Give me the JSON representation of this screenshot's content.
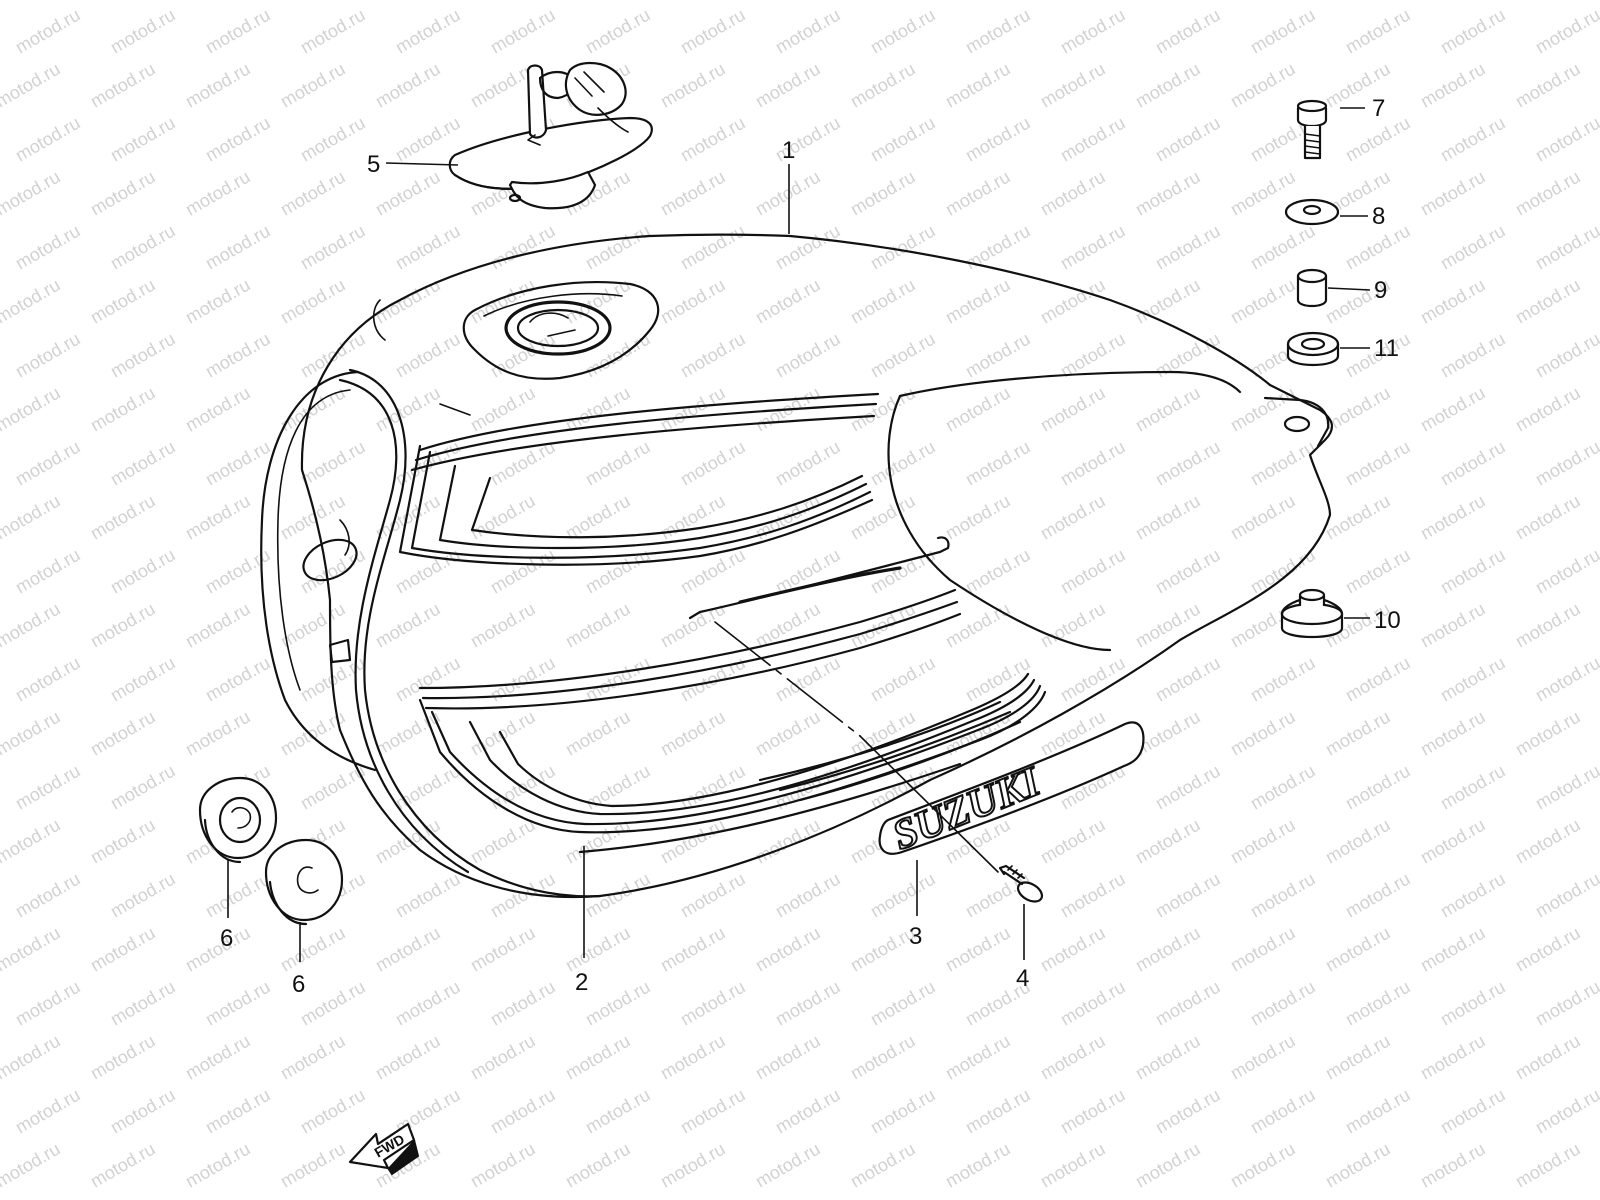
{
  "watermark": {
    "text": "motod.ru"
  },
  "emblem": {
    "text": "SUZUKI"
  },
  "direction_arrow": {
    "label": "FWD",
    "icon": "arrow-left-icon"
  },
  "callouts": [
    {
      "id": "c1",
      "label": "1"
    },
    {
      "id": "c2",
      "label": "2"
    },
    {
      "id": "c3",
      "label": "3"
    },
    {
      "id": "c4",
      "label": "4"
    },
    {
      "id": "c5",
      "label": "5"
    },
    {
      "id": "c6a",
      "label": "6"
    },
    {
      "id": "c6b",
      "label": "6"
    },
    {
      "id": "c7",
      "label": "7"
    },
    {
      "id": "c8",
      "label": "8"
    },
    {
      "id": "c9",
      "label": "9"
    },
    {
      "id": "c10",
      "label": "10"
    },
    {
      "id": "c11",
      "label": "11"
    }
  ]
}
